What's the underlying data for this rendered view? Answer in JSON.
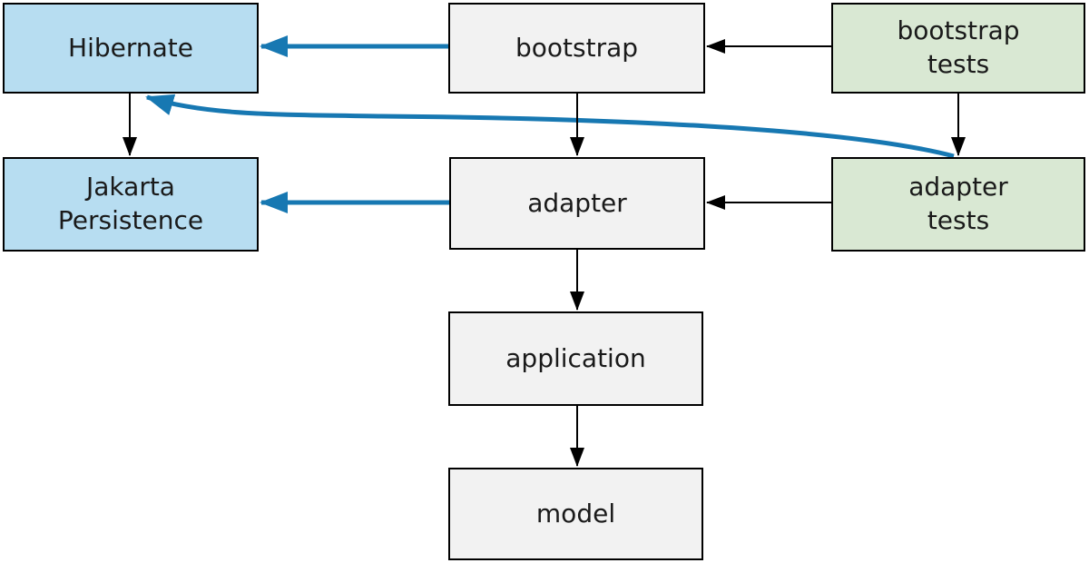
{
  "diagram": {
    "title": "module dependency diagram",
    "nodes": {
      "hibernate": {
        "label": "Hibernate",
        "type": "framework",
        "fill": "#b7ddf1"
      },
      "bootstrap": {
        "label": "bootstrap",
        "type": "module",
        "fill": "#f2f2f2"
      },
      "bootstrap_tests": {
        "label": "bootstrap\ntests",
        "type": "test",
        "fill": "#d9e8d3"
      },
      "jakarta": {
        "label": "Jakarta\nPersistence",
        "type": "framework",
        "fill": "#b7ddf1"
      },
      "adapter": {
        "label": "adapter",
        "type": "module",
        "fill": "#f2f2f2"
      },
      "adapter_tests": {
        "label": "adapter\ntests",
        "type": "test",
        "fill": "#d9e8d3"
      },
      "application": {
        "label": "application",
        "type": "module",
        "fill": "#f2f2f2"
      },
      "model": {
        "label": "model",
        "type": "module",
        "fill": "#f2f2f2"
      }
    },
    "edges": [
      {
        "from": "bootstrap",
        "to": "hibernate",
        "style": "emphasis",
        "color": "#1778b2"
      },
      {
        "from": "bootstrap-tests",
        "to": "bootstrap",
        "style": "normal",
        "color": "#000000"
      },
      {
        "from": "hibernate",
        "to": "jakarta",
        "style": "normal",
        "color": "#000000"
      },
      {
        "from": "bootstrap",
        "to": "adapter",
        "style": "normal",
        "color": "#000000"
      },
      {
        "from": "bootstrap-tests",
        "to": "adapter-tests",
        "style": "normal",
        "color": "#000000"
      },
      {
        "from": "adapter",
        "to": "jakarta",
        "style": "emphasis",
        "color": "#1778b2"
      },
      {
        "from": "adapter-tests",
        "to": "adapter",
        "style": "normal",
        "color": "#000000"
      },
      {
        "from": "adapter-tests",
        "to": "hibernate",
        "style": "emphasis-curved",
        "color": "#1778b2"
      },
      {
        "from": "adapter",
        "to": "application",
        "style": "normal",
        "color": "#000000"
      },
      {
        "from": "application",
        "to": "model",
        "style": "normal",
        "color": "#000000"
      }
    ],
    "colors": {
      "background": "#ffffff",
      "node_border": "#000000",
      "text": "#1a1a1a",
      "normal_arrow": "#000000",
      "emphasis_arrow": "#1778b2",
      "framework_fill": "#b7ddf1",
      "module_fill": "#f2f2f2",
      "test_fill": "#d9e8d3"
    }
  }
}
